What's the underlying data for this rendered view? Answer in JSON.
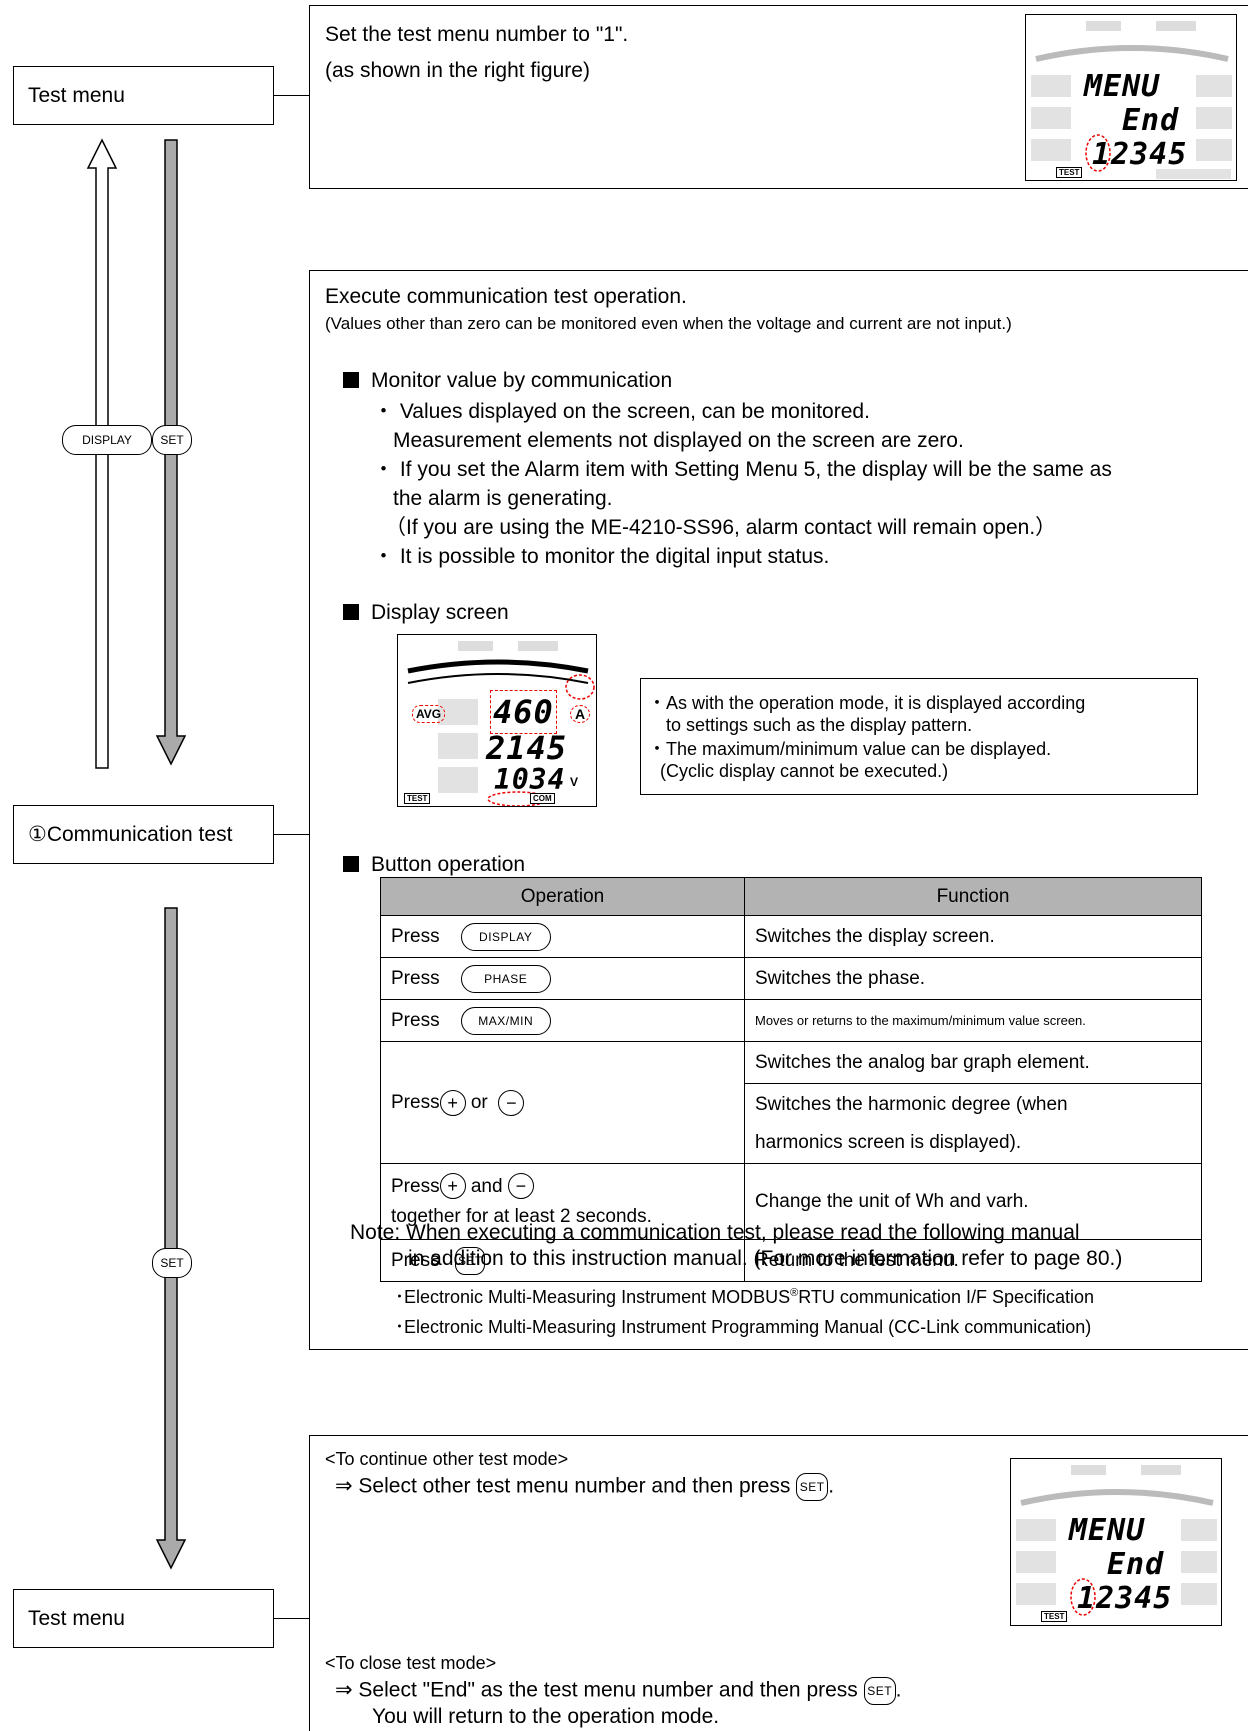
{
  "flow": {
    "test_menu_top": "Test menu",
    "comm_test": "①Communication test",
    "test_menu_bottom": "Test menu",
    "btn_display": "DISPLAY",
    "btn_set": "SET",
    "btn_set_lower": "SET"
  },
  "step1": {
    "line1": "Set the test menu number to \"1\".",
    "line2": "(as shown in the right figure)"
  },
  "lcd_menu": {
    "row1": "MENU",
    "row2": "End",
    "row3": "12345",
    "test_tag": "TEST"
  },
  "step2": {
    "title": "Execute communication test operation.",
    "subtitle": "(Values other than zero can be monitored even when the voltage and current are not input.)",
    "monitor_heading": "Monitor value by communication",
    "monitor_lines": [
      "・ Values displayed on the screen, can be monitored.",
      "Measurement elements not displayed on the screen are zero.",
      "・ If you set the Alarm item with Setting Menu 5, the display will be the same as",
      "the alarm is generating.",
      "（If you are using the ME-4210-SS96, alarm contact will remain open.）",
      "・ It is possible to monitor the digital input status."
    ],
    "display_heading": "Display screen",
    "display_notes": [
      "・As with the operation mode, it is displayed according",
      "to settings such as the display pattern.",
      "・The maximum/minimum value can be displayed.",
      "(Cyclic display cannot be executed.)"
    ],
    "lcd_comm": {
      "row1": "460",
      "row2": "2145",
      "row3": "1034",
      "avg": "AVG",
      "unit_a": "A",
      "unit_v": "V",
      "test_tag": "TEST",
      "com_tag": "COM"
    },
    "button_heading": "Button operation",
    "table": {
      "headers": [
        "Operation",
        "Function"
      ],
      "press": "Press",
      "or": "or",
      "and": "and",
      "together": "together for at least 2 seconds.",
      "btn_display": "DISPLAY",
      "btn_phase": "PHASE",
      "btn_maxmin": "MAX/MIN",
      "btn_set": "SET",
      "plus": "+",
      "minus": "−",
      "f_display": "Switches the display screen.",
      "f_phase": "Switches the phase.",
      "f_maxmin": "Moves or returns to the maximum/minimum value screen.",
      "f_analog": "Switches the analog bar graph element.",
      "f_harm1": "Switches the harmonic degree (when",
      "f_harm2": "harmonics screen is displayed).",
      "f_unit": "Change the unit of Wh and varh.",
      "f_return": "Return to the test menu."
    },
    "note_lines": [
      "Note: When executing a communication test, please read the following manual",
      "in addition to this instruction manual. (For more information refer to page 80.)"
    ],
    "manual1_a": "･Electronic Multi-Measuring Instrument MODBUS",
    "manual1_sup": "®",
    "manual1_b": "RTU communication I/F Specification",
    "manual2": "･Electronic Multi-Measuring Instrument Programming Manual (CC-Link communication)"
  },
  "step3": {
    "continue_heading": "<To continue other test mode>",
    "continue_line": "⇒ Select other test menu number and then press",
    "close_heading": "<To close test mode>",
    "close_line": "⇒ Select \"End\" as the test menu number and then press",
    "close_line2": "You will return to the operation mode."
  }
}
